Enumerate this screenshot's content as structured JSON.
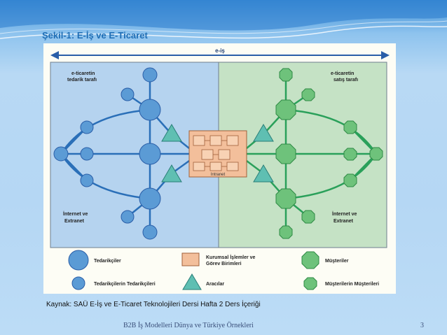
{
  "slide": {
    "title": "Şekil-1: E-İş ve E-Ticaret",
    "source": "Kaynak: SAÜ E-İş ve E-Ticaret Teknolojileri Dersi Hafta 2 Ders İçeriği",
    "footer": "B2B İş Modelleri Dünya ve Türkiye Örnekleri",
    "page_number": "3"
  },
  "diagram": {
    "top_label": "e-iş",
    "left_top_label_1": "e-ticaretin",
    "left_top_label_2": "tedarik tarafı",
    "right_top_label_1": "e-ticaretin",
    "right_top_label_2": "satış tarafı",
    "left_bottom_label_1": "İnternet ve",
    "left_bottom_label_2": "Extranet",
    "right_bottom_label_1": "İnternet ve",
    "right_bottom_label_2": "Extranet",
    "intranet_label": "Intranet",
    "colors": {
      "left_region": "#b5d3ef",
      "right_region": "#c5e2c5",
      "supplier": "#5b9bd5",
      "customer": "#6ec27b",
      "intermediary": "#5fbfb2",
      "intranet": "#f3bf9b"
    }
  },
  "legend": {
    "suppliers": "Tedarikçiler",
    "suppliers_of_suppliers": "Tedarikçilerin Tedarikçileri",
    "corporate_1": "Kurumsal İşlemler ve",
    "corporate_2": "Görev Birimleri",
    "intermediaries": "Aracılar",
    "customers": "Müşteriler",
    "customers_of_customers": "Müşterilerin Müşterileri"
  }
}
